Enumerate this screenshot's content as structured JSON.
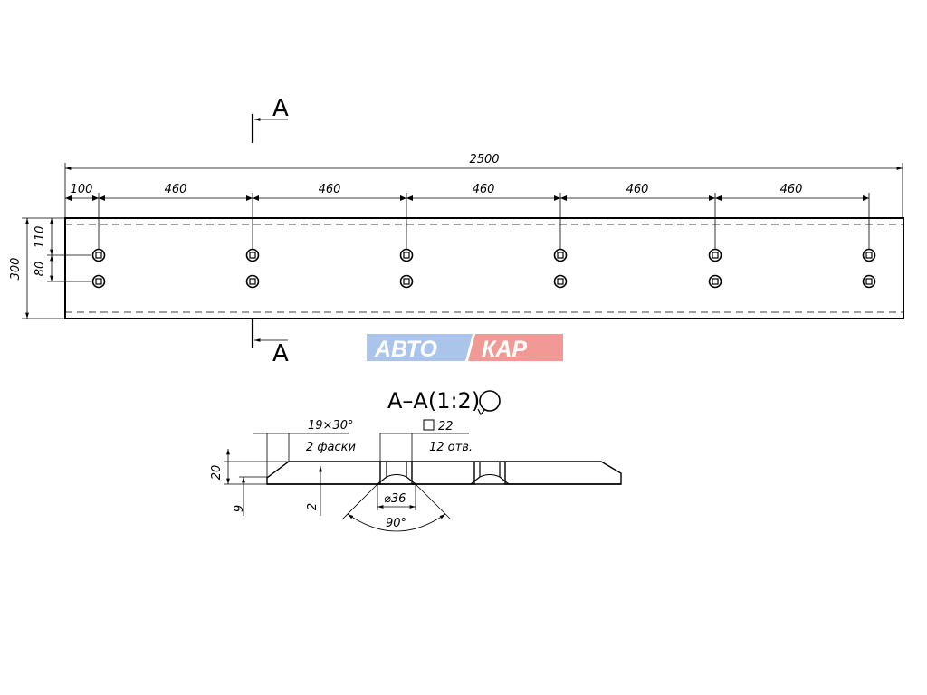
{
  "section_marks": {
    "top": "А",
    "bottom": "А"
  },
  "dimensions": {
    "overall_length": "2500",
    "first_hole": "100",
    "pitches": [
      "460",
      "460",
      "460",
      "460",
      "460"
    ],
    "width": "300",
    "top_to_hole": "110",
    "hole_spacing": "80"
  },
  "section": {
    "title": "А–А(1:2)",
    "chamfer": "19×30°",
    "chamfer_note": "2 фаски",
    "hole_square": "22",
    "hole_count": "12 отв.",
    "thickness": "20",
    "bevel_height": "9",
    "counterbore_depth": "2",
    "countersink_diameter": "⌀36",
    "countersink_angle": "90°"
  },
  "watermark": {
    "part1": "АВТО",
    "part2": "КАР",
    "color1": "#3f78c9",
    "color2": "#e2403a"
  },
  "hole_columns": 6,
  "hole_rows": 2
}
